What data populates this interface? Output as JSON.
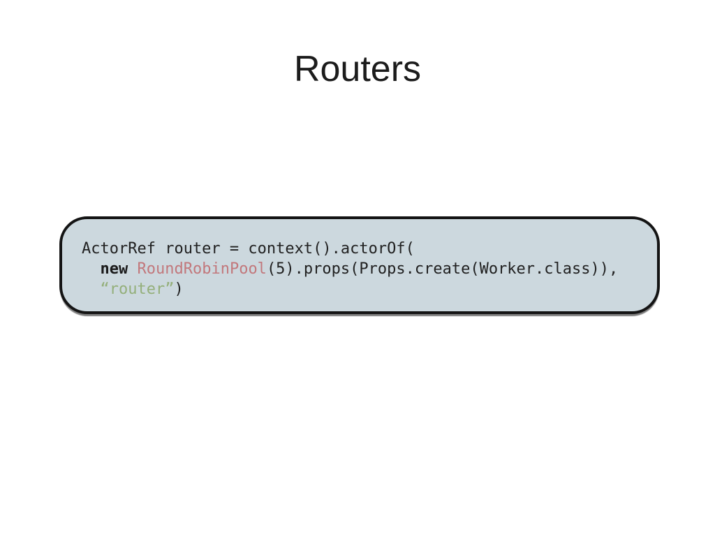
{
  "slide": {
    "title": "Routers"
  },
  "colors": {
    "page_background": "#ffffff",
    "title_text": "#1c1c1c",
    "code_box_background": "#ccd8de",
    "code_box_border": "#141414",
    "code_default": "#212121",
    "code_keyword": "#1a1a1a",
    "code_type": "#c2787c",
    "code_string": "#94af7a"
  },
  "code": {
    "language": "java",
    "lines": [
      [
        {
          "t": "ActorRef router = context().actorOf(",
          "c": "default"
        }
      ],
      [
        {
          "t": "  ",
          "c": "default"
        },
        {
          "t": "new",
          "c": "keyword"
        },
        {
          "t": " ",
          "c": "default"
        },
        {
          "t": "RoundRobinPool",
          "c": "type"
        },
        {
          "t": "(5).props(Props.create(Worker.class)),",
          "c": "default"
        }
      ],
      [
        {
          "t": "  ",
          "c": "default"
        },
        {
          "t": "“router”",
          "c": "string"
        },
        {
          "t": ")",
          "c": "default"
        }
      ]
    ]
  }
}
